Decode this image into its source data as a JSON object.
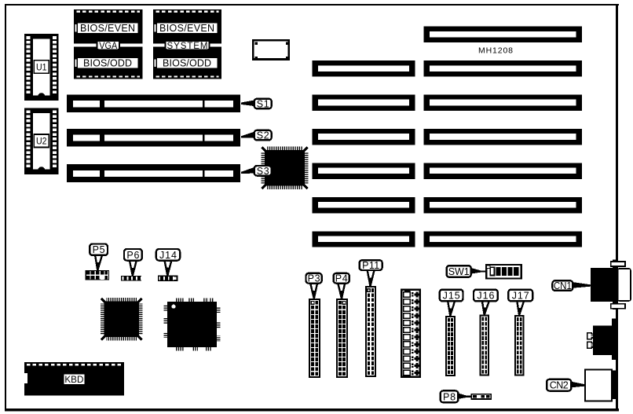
{
  "diagram": {
    "type": "motherboard-layout-diagram",
    "title": "MH1208",
    "colors": {
      "ink": "#000000",
      "paper": "#ffffff"
    },
    "chips": {
      "u1": "U1",
      "u2": "U2",
      "kbd": "KBD"
    },
    "rom_banks": [
      {
        "id": "vga-bios",
        "top": "BIOS/EVEN",
        "middle": "VGA",
        "bottom": "BIOS/ODD"
      },
      {
        "id": "system-bios",
        "top": "BIOS/EVEN",
        "middle": "SYSTEM",
        "bottom": "BIOS/ODD"
      }
    ],
    "callouts": {
      "s1": "S1",
      "s2": "S2",
      "s3": "S3",
      "p3": "P3",
      "p4": "P4",
      "p5": "P5",
      "p6": "P6",
      "p8": "P8",
      "p11": "P11",
      "j14": "J14",
      "j15": "J15",
      "j16": "J16",
      "j17": "J17",
      "sw1": "SW1",
      "cn1": "CN1",
      "cn2": "CN2"
    }
  }
}
